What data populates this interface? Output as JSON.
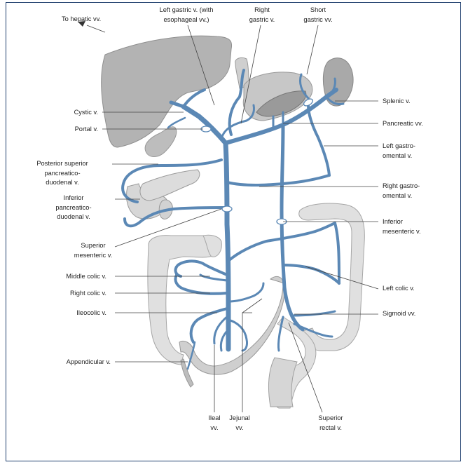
{
  "colors": {
    "vein": "#5b88b5",
    "organ_fill": "#bdbdbd",
    "organ_light": "#e4e4e4",
    "organ_stroke": "#9a9a9a",
    "leader": "#444444",
    "frame_border": "#1f3f6e"
  },
  "labels": {
    "to_hepatic": "To hepatic vv.",
    "left_gastric": "Left gastric v. (with\nesophageal vv.)",
    "right_gastric": "Right\ngastric v.",
    "short_gastric": "Short\ngastric vv.",
    "splenic": "Splenic v.",
    "pancreatic": "Pancreatic vv.",
    "left_gastroomental": "Left gastro-\nomental v.",
    "right_gastroomental": "Right gastro-\nomental v.",
    "inferior_mesenteric": "Inferior\nmesenteric v.",
    "left_colic": "Left colic v.",
    "sigmoid": "Sigmoid vv.",
    "superior_rectal": "Superior\nrectal v.",
    "jejunal": "Jejunal\nvv.",
    "ileal": "Ileal\nvv.",
    "appendicular": "Appendicular v.",
    "ileocolic": "Ileocolic v.",
    "right_colic": "Right colic v.",
    "middle_colic": "Middle colic v.",
    "superior_mesenteric": "Superior\nmesenteric v.",
    "inferior_pd": "Inferior\npancreatico-\nduodenal v.",
    "posterior_superior_pd": "Posterior superior\npancreatico-\nduodenal v.",
    "portal": "Portal v.",
    "cystic": "Cystic v."
  }
}
